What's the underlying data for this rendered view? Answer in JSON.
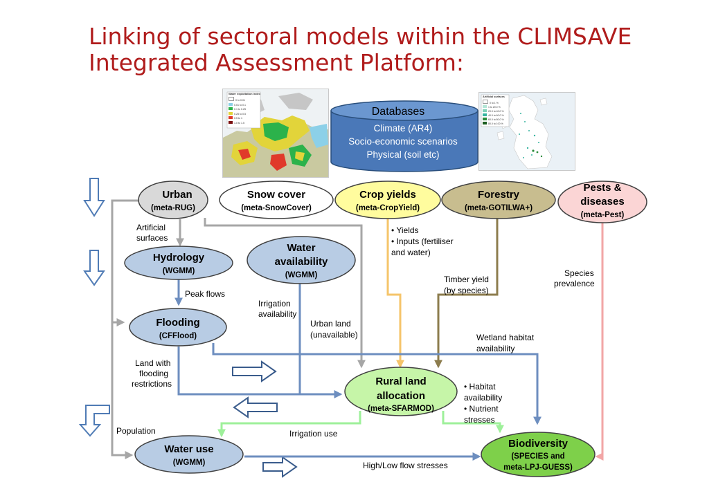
{
  "title": {
    "line1": "Linking of sectoral models within the CLIMSAVE",
    "line2": "Integrated Assessment Platform:"
  },
  "maps": {
    "left": {
      "legend_title": "Water exploitation index",
      "legend_items": [
        "0 to 0.01",
        "0.01 to 0.1",
        "0.1 to 0.25",
        "0.25 to 0.5",
        "0.5 to 1",
        "1.0 to 1.5"
      ]
    },
    "right": {
      "legend_title": "Artificial surfaces",
      "legend_items": [
        "0 to 1 %",
        "1 to 20.0 %",
        "20.0 to 40.0 %",
        "40.0 to 60.0 %",
        "60.0 to 80.0 %",
        "80.0 to 100 %"
      ]
    }
  },
  "database": {
    "title": "Databases",
    "lines": [
      "Climate (AR4)",
      "Socio-economic scenarios",
      "Physical (soil etc)"
    ]
  },
  "nodes": {
    "urban": {
      "title": "Urban",
      "sub": "(meta-RUG)"
    },
    "snow": {
      "title": "Snow cover",
      "sub": "(meta-SnowCover)"
    },
    "crop": {
      "title": "Crop yields",
      "sub": "(meta-CropYield)"
    },
    "forestry": {
      "title": "Forestry",
      "sub": "(meta-GOTILWA+)"
    },
    "pests": {
      "title1": "Pests &",
      "title2": "diseases",
      "sub": "(meta-Pest)"
    },
    "hydrology": {
      "title": "Hydrology",
      "sub": "(WGMM)"
    },
    "water_avail": {
      "title1": "Water",
      "title2": "availability",
      "sub": "(WGMM)"
    },
    "flooding": {
      "title": "Flooding",
      "sub": "(CFFlood)"
    },
    "rural": {
      "title1": "Rural land",
      "title2": "allocation",
      "sub": "(meta-SFARMOD)"
    },
    "water_use": {
      "title": "Water use",
      "sub": "(WGMM)"
    },
    "biodiversity": {
      "title": "Biodiversity",
      "sub1": "(SPECIES and",
      "sub2": "meta-LPJ-GUESS)"
    }
  },
  "labels": {
    "artificial1": "Artificial",
    "artificial2": "surfaces",
    "peak_flows": "Peak flows",
    "yields_bullets": [
      "• Yields",
      "• Inputs (fertiliser",
      "and water)"
    ],
    "irrigation_avail": [
      "Irrigation",
      "availability"
    ],
    "urban_land": [
      "Urban land",
      "(unavailable)"
    ],
    "timber_yield": [
      "Timber yield",
      "(by species)"
    ],
    "species_prevalence": [
      "Species",
      "prevalence"
    ],
    "wetland": [
      "Wetland habitat",
      "availability"
    ],
    "land_flooding": [
      "Land with",
      "flooding",
      "restrictions"
    ],
    "habitat_bullets": [
      "• Habitat",
      "availability",
      "• Nutrient",
      "stresses"
    ],
    "population": "Population",
    "irrigation_use": "Irrigation use",
    "high_low": "High/Low flow stresses"
  },
  "colors": {
    "title": "#b01c1c",
    "blue_arrow": "#6d8ebf",
    "grey_arrow": "#a6a6a6",
    "orange_arrow": "#f5c46a",
    "olive_arrow": "#8c7c4d",
    "pink_arrow": "#f2a6a6",
    "green_arrow": "#9ef09a",
    "blue_node": "#b8cce4",
    "green_node": "#c6f5a8",
    "biodiversity_node": "#7ed04a"
  }
}
